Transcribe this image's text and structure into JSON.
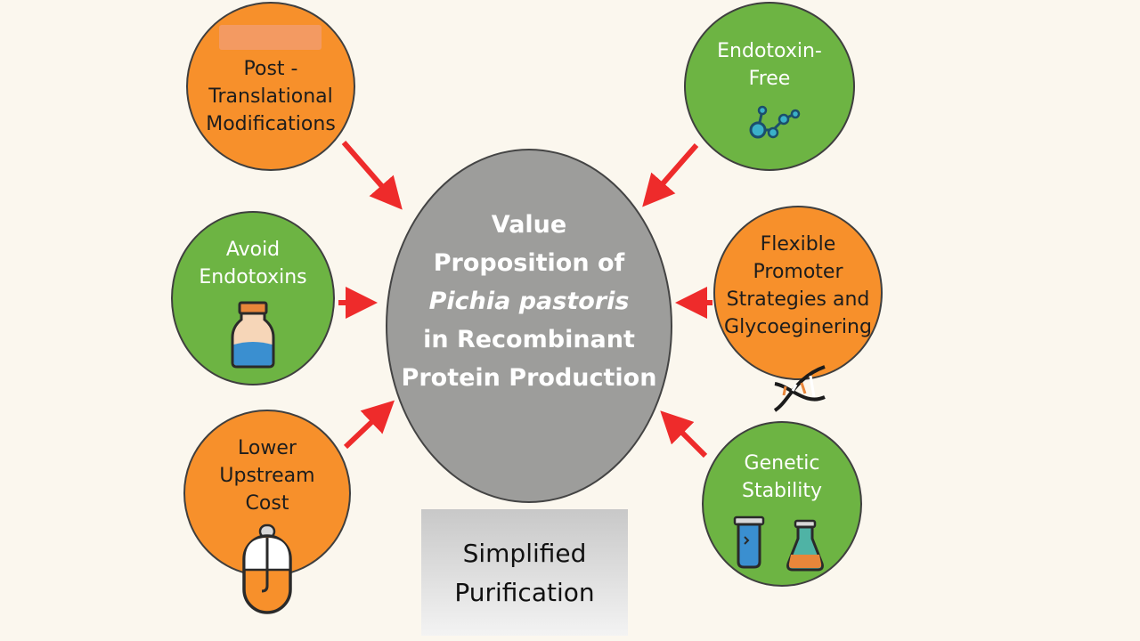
{
  "center": {
    "lines": [
      "Value",
      "Proposition of",
      "Pichia pastoris",
      "in Recombinant",
      "Protein Production"
    ]
  },
  "nodes": [
    {
      "id": "ptm",
      "lines": [
        "Post -",
        "Translational",
        "Modifications"
      ],
      "color": "#f7902b",
      "icon": "none"
    },
    {
      "id": "endotoxin-free",
      "lines": [
        "Endotoxin-",
        "Free"
      ],
      "color": "#6db443",
      "icon": "molecule-icon"
    },
    {
      "id": "avoid-endotoxins",
      "lines": [
        "Avoid",
        "Endotoxins"
      ],
      "color": "#6db443",
      "icon": "bottle-icon"
    },
    {
      "id": "flexible-promoter",
      "lines": [
        "Flexible",
        "Promoter",
        "Strategies and",
        "Glycoeginering"
      ],
      "color": "#f7902b",
      "icon": "dna-icon"
    },
    {
      "id": "lower-upstream-cost",
      "lines": [
        "Lower",
        "Upstream",
        "Cost"
      ],
      "color": "#f7902b",
      "icon": "mouse-icon"
    },
    {
      "id": "genetic-stability",
      "lines": [
        "Genetic",
        "Stability"
      ],
      "color": "#6db443",
      "icon": "test-tube-flask-icon"
    }
  ],
  "simplified": {
    "lines": [
      "Simplified",
      "Purification"
    ]
  },
  "colors": {
    "arrow": "#ee2b2b",
    "center": "#9d9d9b",
    "background": "#fbf7ee"
  }
}
